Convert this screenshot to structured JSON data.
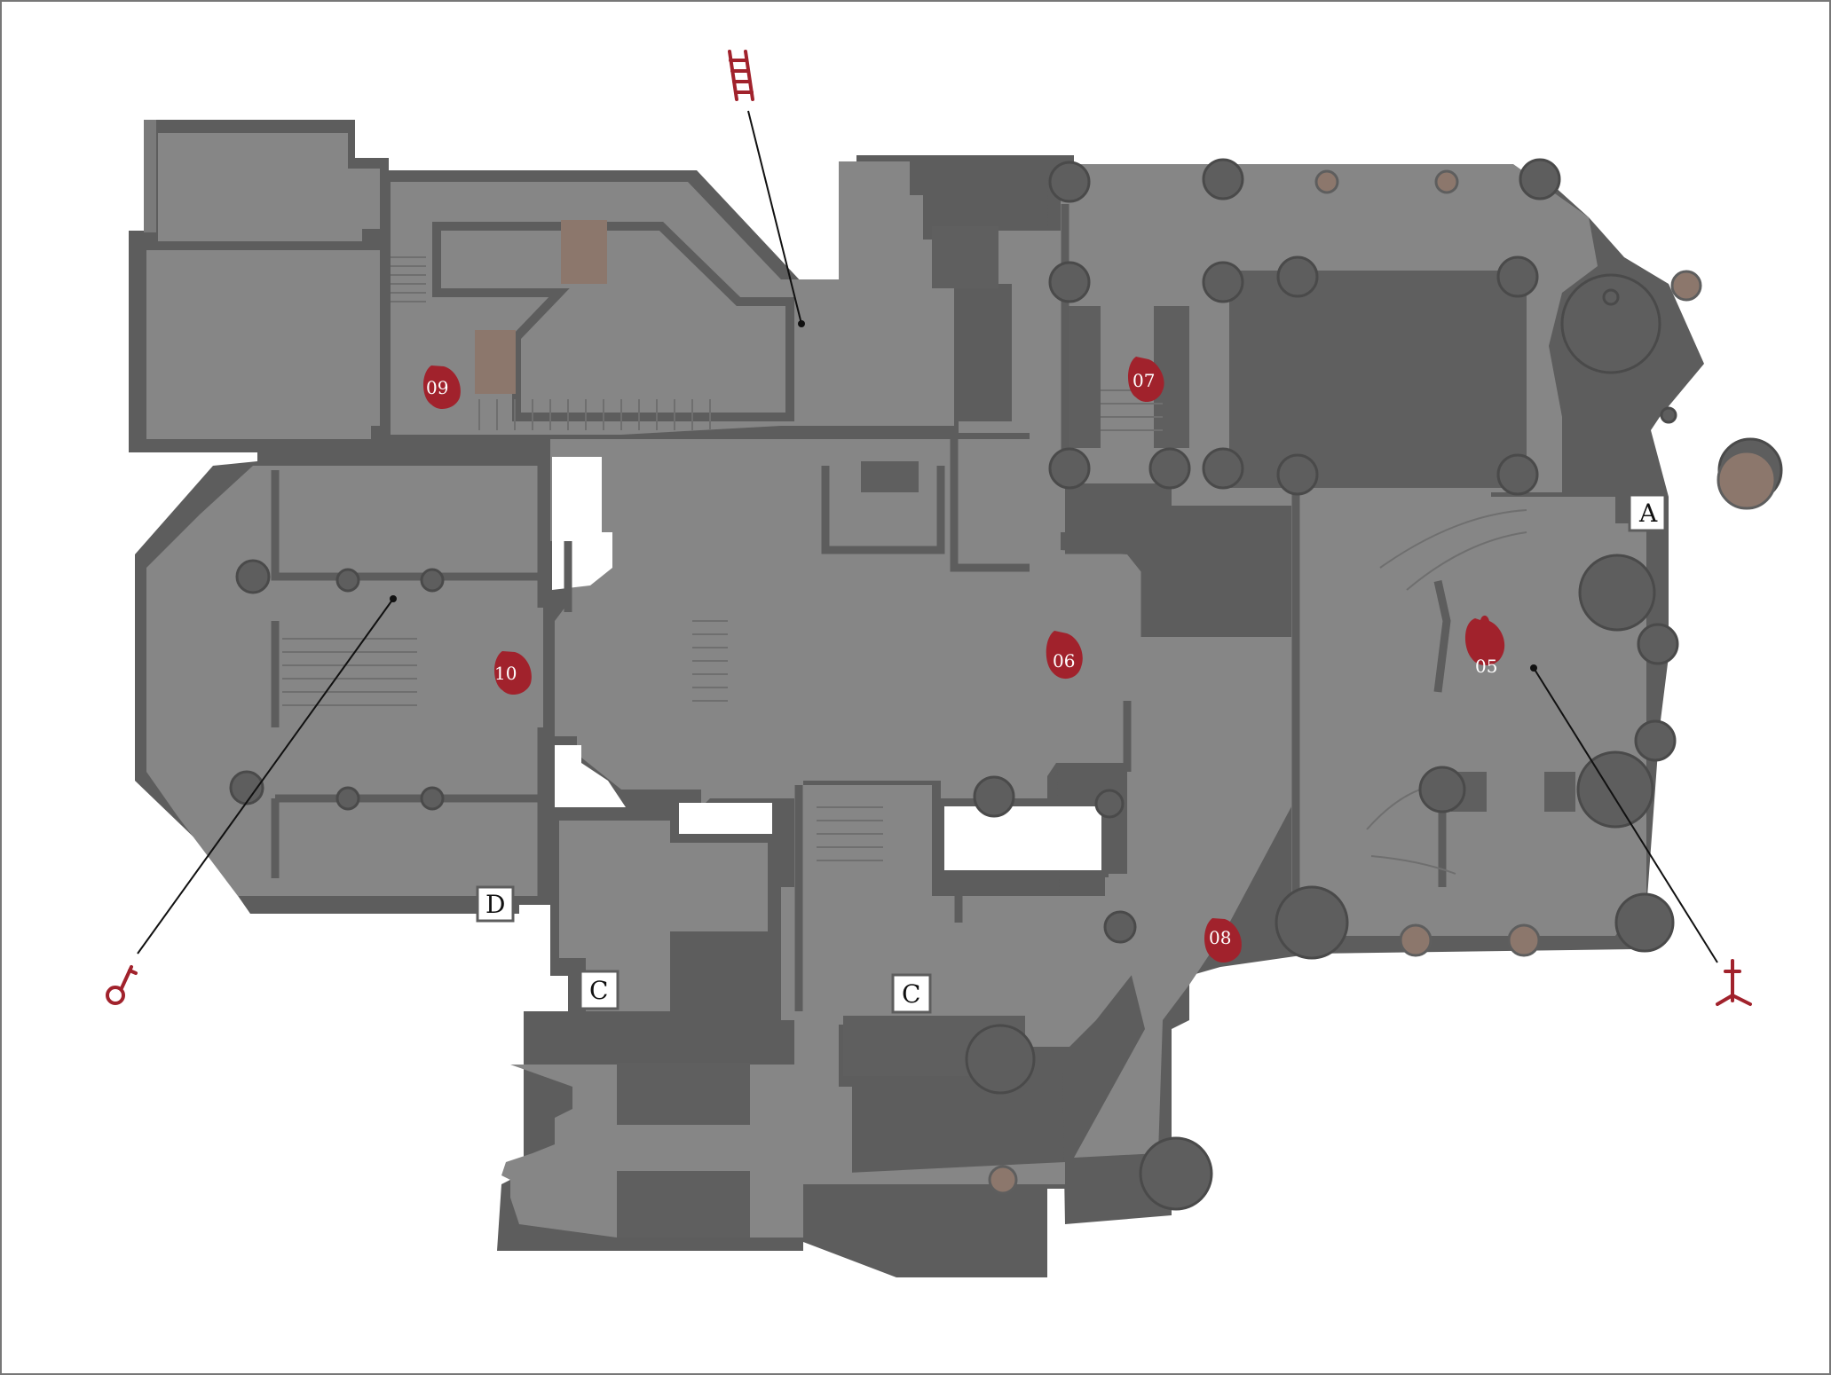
{
  "map": {
    "markers": [
      {
        "id": "m05",
        "label": "05"
      },
      {
        "id": "m06",
        "label": "06"
      },
      {
        "id": "m07",
        "label": "07"
      },
      {
        "id": "m08",
        "label": "08"
      },
      {
        "id": "m09",
        "label": "09"
      },
      {
        "id": "m10",
        "label": "10"
      }
    ],
    "doors": [
      {
        "id": "door-a",
        "label": "A"
      },
      {
        "id": "door-c1",
        "label": "C"
      },
      {
        "id": "door-c2",
        "label": "C"
      },
      {
        "id": "door-d",
        "label": "D"
      }
    ],
    "icons": [
      {
        "id": "ladder",
        "name": "ladder-icon"
      },
      {
        "id": "key",
        "name": "key-icon"
      },
      {
        "id": "lever",
        "name": "lever-icon"
      }
    ],
    "colors": {
      "floor": "#868686",
      "wall": "#5d5d5d",
      "accent": "#a1222c",
      "brown": "#8c776c"
    }
  }
}
